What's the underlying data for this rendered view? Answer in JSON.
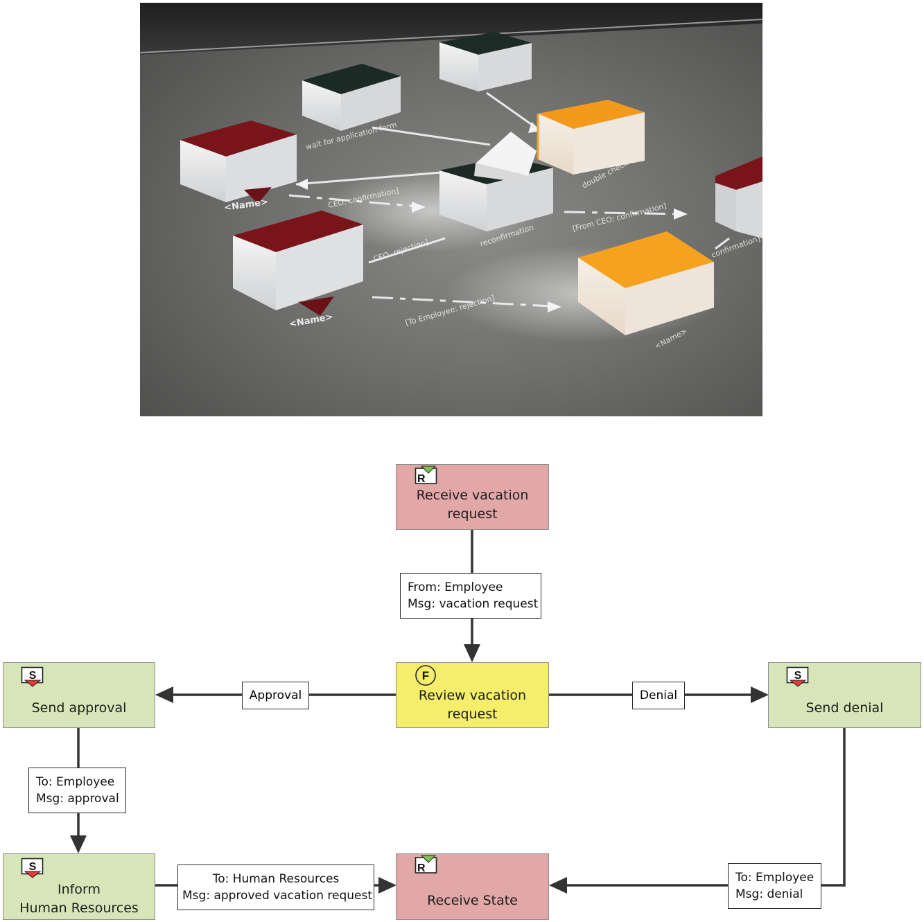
{
  "photo": {
    "labels": {
      "wait": "wait for application form",
      "double_check": "double check",
      "name_left": "<Name>",
      "ceo_confirmation": "CEO: confirmation]",
      "reconfirmation": "reconfirmation",
      "from_ceo": "[From CEO: confirmation]",
      "ceo_rejection": "CEO: rejection]",
      "name_bottom": "<Name>",
      "to_employee": "[To Employee: rejection]",
      "name_right": "<Name>",
      "confirmation_right": "confirmation]"
    }
  },
  "diagram": {
    "nodes": {
      "receive_request": {
        "label": "Receive vacation\nrequest",
        "badge": "R"
      },
      "review_request": {
        "label": "Review vacation\nrequest",
        "badge": "F"
      },
      "send_approval": {
        "label": "Send approval",
        "badge": "S"
      },
      "send_denial": {
        "label": "Send denial",
        "badge": "S"
      },
      "inform_hr": {
        "label": "Inform\nHuman Resources",
        "badge": "S"
      },
      "receive_state": {
        "label": "Receive State",
        "badge": "R"
      }
    },
    "messages": {
      "from_employee": {
        "line1": "From: Employee",
        "line2": "Msg: vacation request"
      },
      "to_employee_approval": {
        "line1": "To: Employee",
        "line2": "Msg: approval"
      },
      "to_hr": {
        "line1": "To: Human Resources",
        "line2": "Msg: approved vacation request"
      },
      "to_employee_denial": {
        "line1": "To: Employee",
        "line2": "Msg: denial"
      }
    },
    "decisions": {
      "approval": "Approval",
      "denial": "Denial"
    },
    "colors": {
      "receive": "#e2a8a7",
      "send": "#d6e6b8",
      "function": "#f4ee6b",
      "connector": "#333333"
    }
  }
}
